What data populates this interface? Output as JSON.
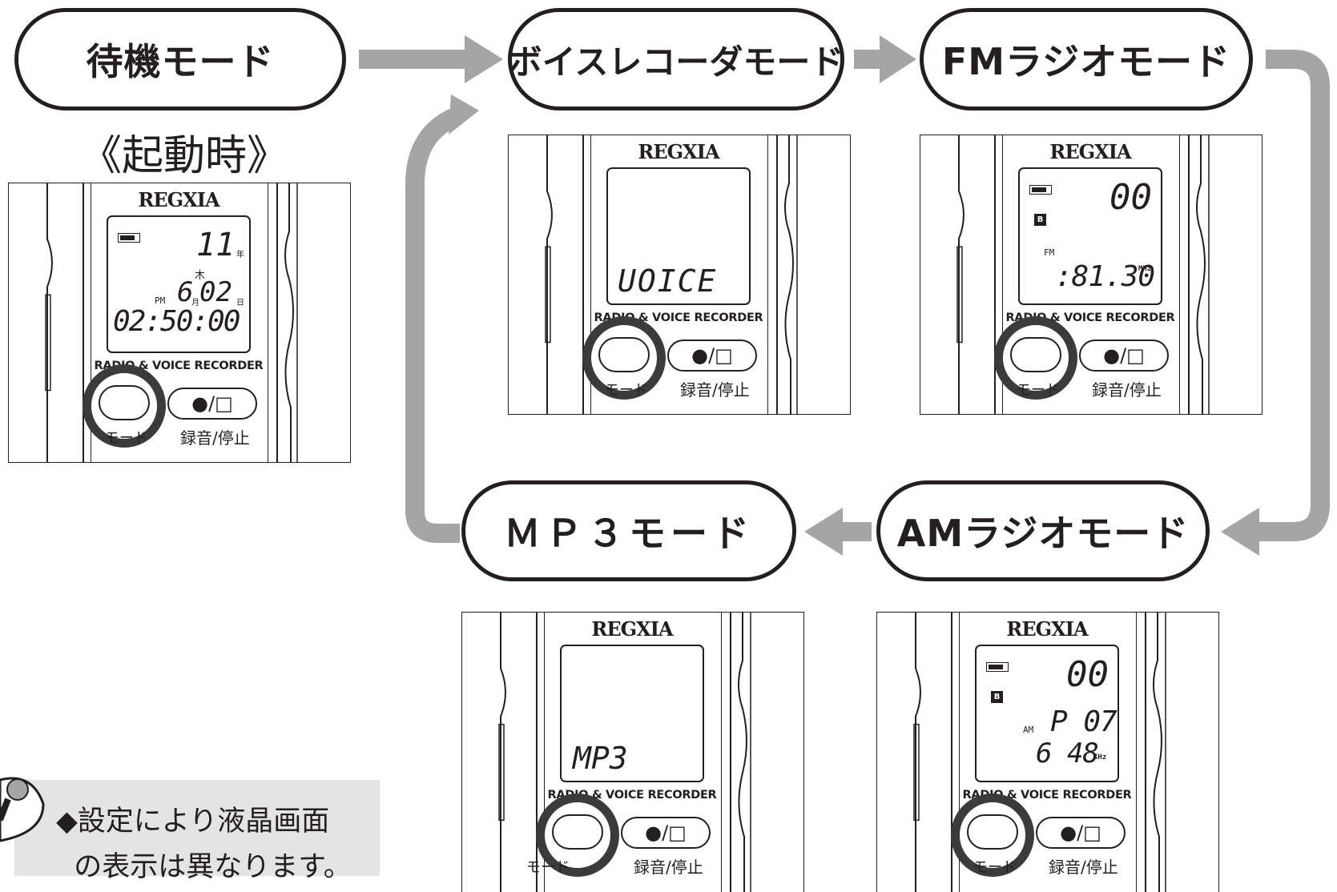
{
  "modes": {
    "standby": "待機モード",
    "voice": "ボイスレコーダモード",
    "fm": "FMラジオモード",
    "am": "AMラジオモード",
    "mp3": "ＭＰ３モード"
  },
  "startup_label": "《起動時》",
  "device": {
    "brand": "REGXIA",
    "caption": "RADIO & VOICE RECORDER",
    "mode_label": "モード",
    "rec_label": "録音/停止",
    "rec_symbol": "●/□"
  },
  "screens": {
    "standby": {
      "year": "11",
      "year_unit": "年",
      "weekday": "木",
      "ampm": "PM",
      "month": "6",
      "month_unit": "月",
      "day": "02",
      "day_unit": "日",
      "time": "02:50:00"
    },
    "voice": {
      "text": "UOICE"
    },
    "fm": {
      "preset": "00",
      "badge": "B",
      "band": "FM",
      "freq": ":81.30",
      "unit": "MHz"
    },
    "am": {
      "preset": "00",
      "badge": "B",
      "band": "AM",
      "channel": "P 07",
      "freq": "6 48",
      "unit": "KHz"
    },
    "mp3": {
      "text": "MP3"
    }
  },
  "note": {
    "text": "◆設定により液晶画面\n  の表示は異なります。"
  },
  "colors": {
    "arrow": "#a5a5a5",
    "ring": "#3b3b3b",
    "ink": "#231f20",
    "note_bg": "#e4e4e3"
  }
}
